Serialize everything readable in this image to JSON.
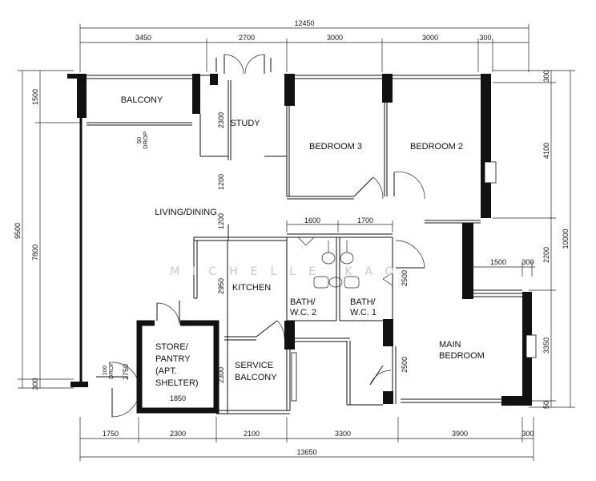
{
  "rooms": {
    "balcony": "BALCONY",
    "study": "STUDY",
    "bedroom3": "BEDROOM 3",
    "bedroom2": "BEDROOM 2",
    "living": "LIVING/DINING",
    "kitchen": "KITCHEN",
    "bath2": [
      "BATH/",
      "W.C. 2"
    ],
    "bath1": [
      "BATH/",
      "W.C. 1"
    ],
    "main_bedroom": [
      "MAIN",
      "BEDROOM"
    ],
    "store": [
      "STORE/",
      "PANTRY",
      "(APT.",
      "SHELTER)"
    ],
    "service_balcony": [
      "SERVICE",
      "BALCONY"
    ]
  },
  "drop_labels": {
    "balcony": [
      "50",
      "DROP"
    ],
    "entrance": [
      "100",
      "DROP"
    ]
  },
  "watermark": "MICHELLE KAO",
  "dimensions": {
    "top_total": "12450",
    "top": [
      "3450",
      "2700",
      "3000",
      "3000",
      "300"
    ],
    "bottom": [
      "1750",
      "2300",
      "2100",
      "3300",
      "3900",
      "300"
    ],
    "bottom_total": "13650",
    "left_outer": "9500",
    "left_inner": "7800",
    "left_top": "1500",
    "left_bottom": "300",
    "right_outer": "10000",
    "right": [
      "300",
      "4100",
      "2200",
      "3350",
      "50"
    ],
    "study": [
      "2300",
      "1200",
      "1200"
    ],
    "kitchen": "2950",
    "service": "2300",
    "baths": [
      "1600",
      "1700"
    ],
    "bath_side": "2500",
    "bath_side_lower": "2500",
    "main_bed_top": [
      "1500",
      "300"
    ],
    "store_width": "1850",
    "entrance": "2750"
  }
}
